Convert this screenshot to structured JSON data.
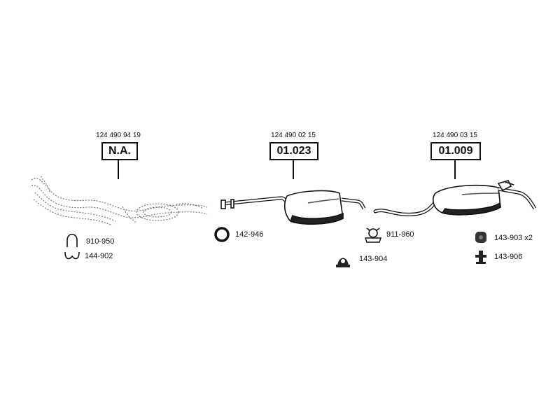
{
  "assemblies": [
    {
      "part_number": "124 490 94 19",
      "code": "N.A."
    },
    {
      "part_number": "124 490 02 15",
      "code": "01.023"
    },
    {
      "part_number": "124 490 03 15",
      "code": "01.009"
    }
  ],
  "accessories": [
    {
      "label": "910-950",
      "icon": "u-bolt-clamp-icon"
    },
    {
      "label": "144-902",
      "icon": "bracket-clamp-icon"
    },
    {
      "label": "142-946",
      "icon": "sealing-ring-icon"
    },
    {
      "label": "911-960",
      "icon": "pipe-clamp-icon"
    },
    {
      "label": "143-904",
      "icon": "rubber-hanger-icon"
    },
    {
      "label": "143-903 x2",
      "icon": "rubber-mount-icon"
    },
    {
      "label": "143-906",
      "icon": "buffer-mount-icon"
    }
  ]
}
